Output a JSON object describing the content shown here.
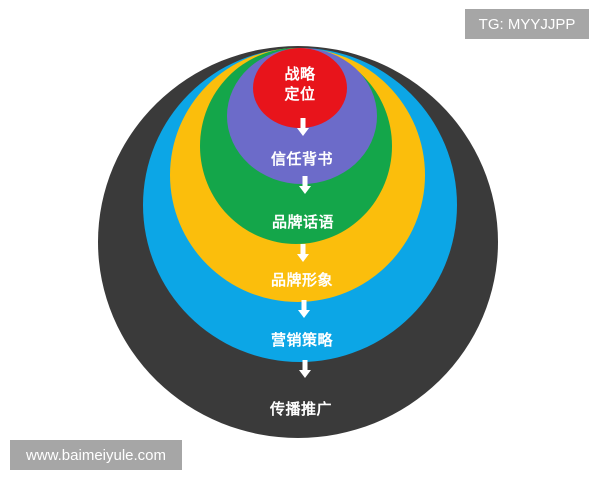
{
  "watermark_top": "TG: MYYJJPP",
  "watermark_bottom": "www.baimeiyule.com",
  "diagram": {
    "type": "nested-circles",
    "flow_direction": "top-to-bottom",
    "layers": [
      {
        "id": "strategy",
        "label_line1": "战略",
        "label_line2": "定位",
        "color": "#e8141b"
      },
      {
        "id": "trust",
        "label": "信任背书",
        "color": "#6c6bc9"
      },
      {
        "id": "discourse",
        "label": "品牌话语",
        "color": "#14a64a"
      },
      {
        "id": "image",
        "label": "品牌形象",
        "color": "#fbbe0c"
      },
      {
        "id": "marketing",
        "label": "营销策略",
        "color": "#0ca6e6"
      },
      {
        "id": "promotion",
        "label": "传播推广",
        "color": "#3a3a3a"
      }
    ]
  }
}
